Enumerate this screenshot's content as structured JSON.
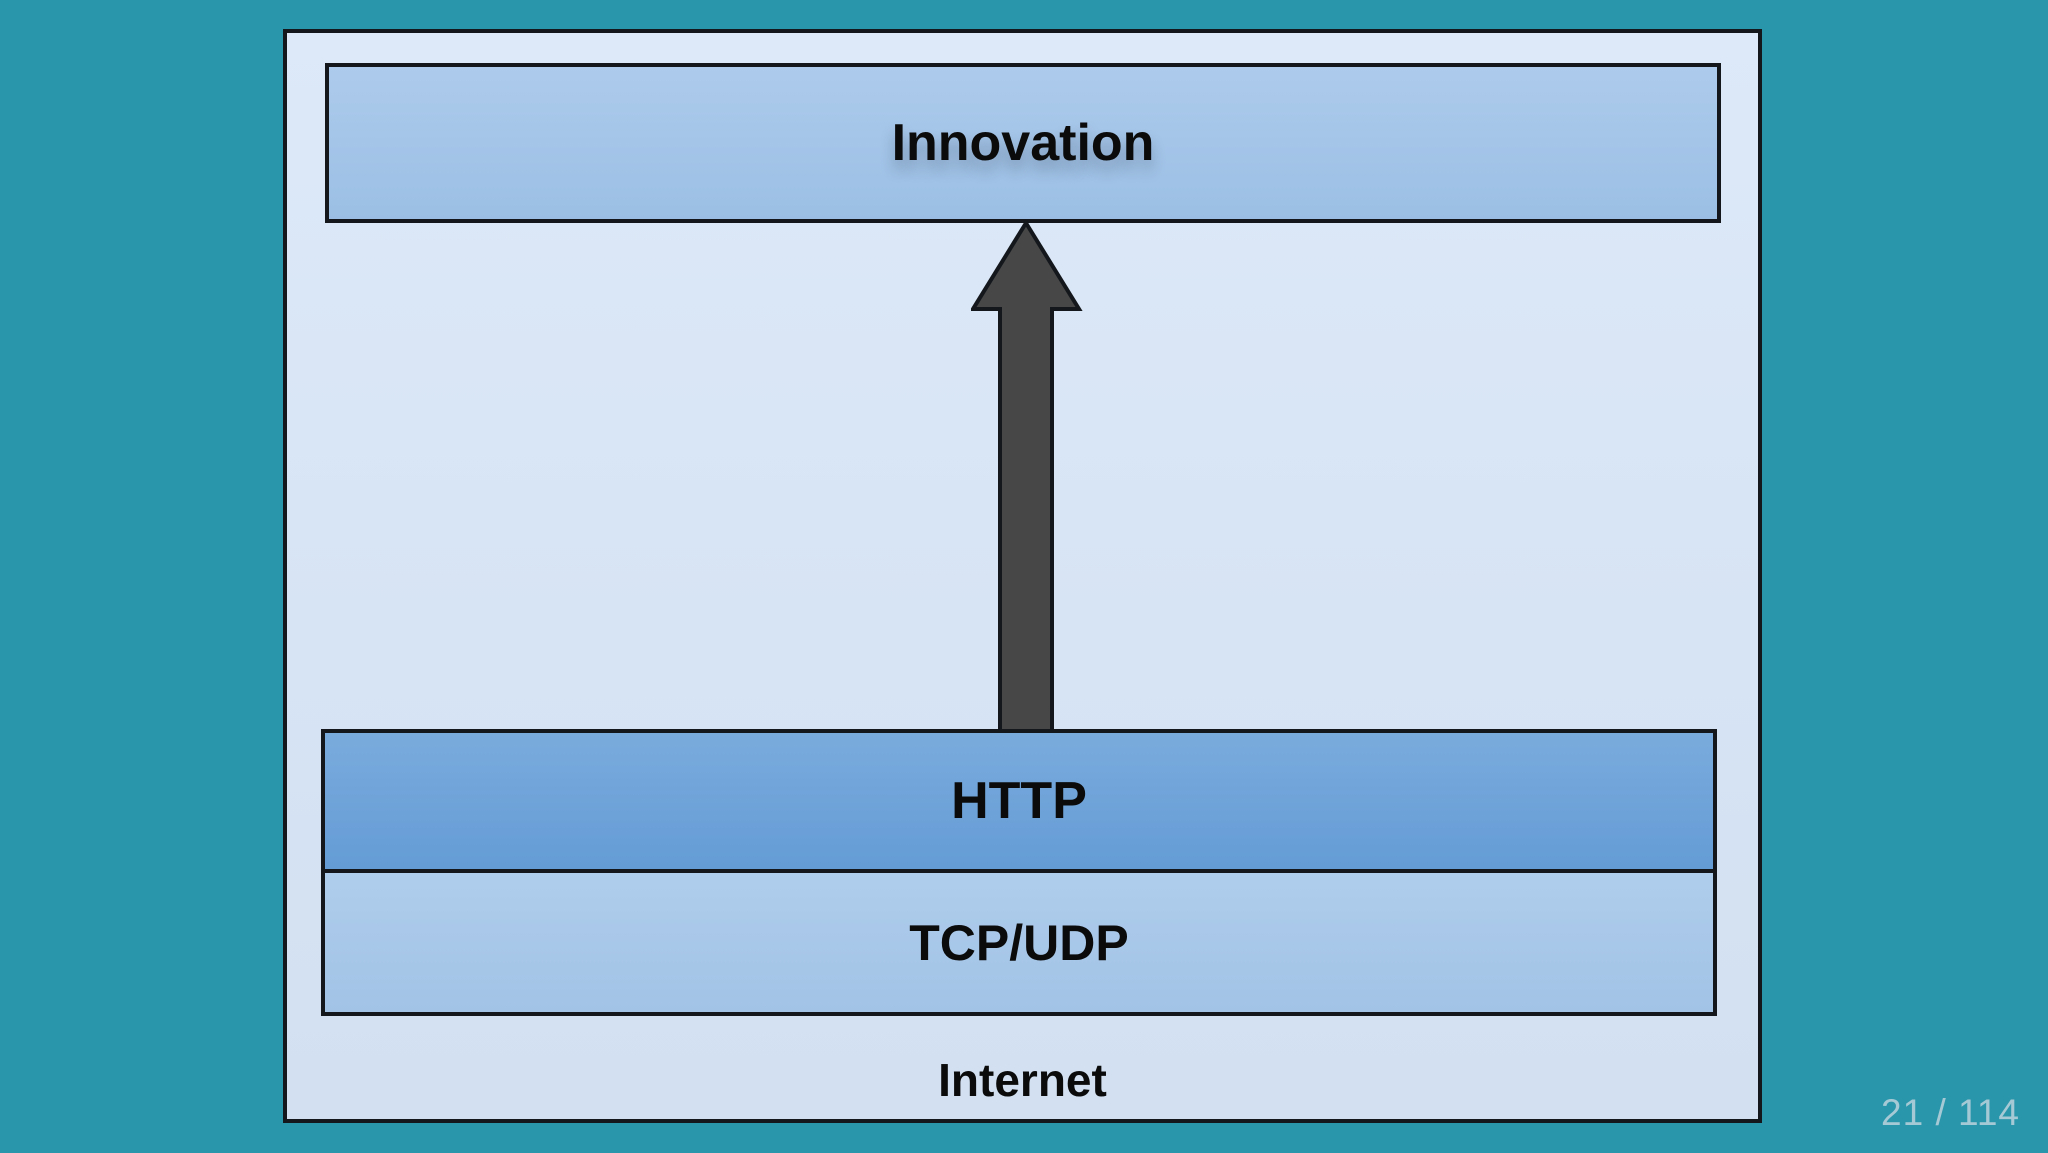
{
  "slide": {
    "page_number": "21 / 114"
  },
  "diagram": {
    "innovation_label": "Innovation",
    "http_label": "HTTP",
    "tcp_udp_label": "TCP/UDP",
    "internet_label": "Internet",
    "arrow_direction": "up"
  },
  "colors": {
    "background_teal": "#2A96AB",
    "outline": "#14181D",
    "text": "#0B0B0B",
    "panel_top": "#DDE9F8",
    "panel_bottom": "#D2E0F1",
    "innovation_top": "#ADCBEC",
    "innovation_bottom": "#9BBFE4",
    "http_top": "#7AABDD",
    "http_bottom": "#649CD5",
    "tcp_top": "#AFCDEC",
    "tcp_bottom": "#A2C3E6",
    "arrow_fill": "#474747",
    "page_number_color": "#A6CAD5"
  }
}
